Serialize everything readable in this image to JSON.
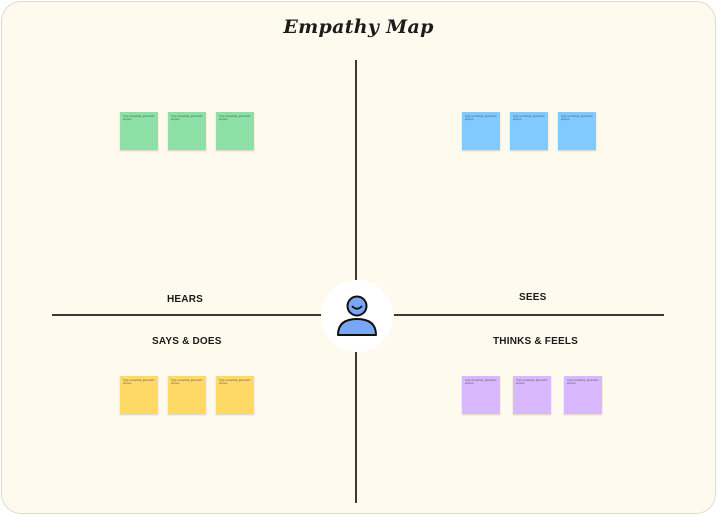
{
  "board": {
    "title": "Empathy Map"
  },
  "center": {
    "icon": "user-avatar-icon",
    "icon_color": "#7ba6f5"
  },
  "quadrants": {
    "hears": {
      "label": "HEARS",
      "color": "#8de0a6",
      "notes": [
        "Type something, @mention anyone",
        "Type something, @mention anyone",
        "Type something, @mention anyone"
      ]
    },
    "sees": {
      "label": "SEES",
      "color": "#80caff",
      "notes": [
        "Type something, @mention anyone",
        "Type something, @mention anyone",
        "Type something, @mention anyone"
      ]
    },
    "says_does": {
      "label": "SAYS & DOES",
      "color": "#ffd966",
      "notes": [
        "Type something, @mention anyone",
        "Type something, @mention anyone",
        "Type something, @mention anyone"
      ]
    },
    "thinks_feels": {
      "label": "THINKS & FEELS",
      "color": "#d9b8ff",
      "notes": [
        "Type something, @mention anyone",
        "Type something, @mention anyone",
        "Type something, @mention anyone"
      ]
    }
  }
}
